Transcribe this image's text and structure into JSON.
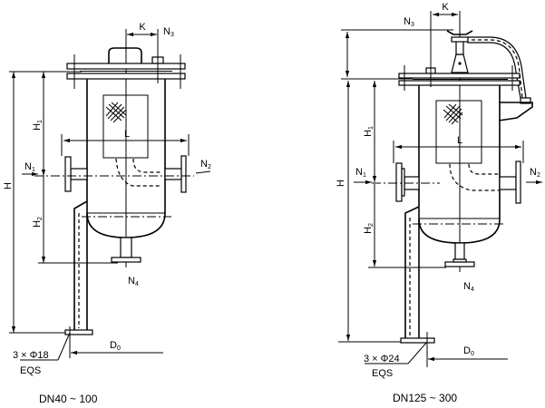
{
  "drawings": [
    {
      "id": "small",
      "caption": "DN40 ~ 100",
      "labels": {
        "K": "K",
        "N3": "N",
        "N3_sub": "3",
        "H": "H",
        "H1": "H",
        "H1_sub": "1",
        "H2": "H",
        "H2_sub": "2",
        "L": "L",
        "N1": "N",
        "N1_sub": "1",
        "N2": "N",
        "N2_sub": "2",
        "N4": "N",
        "N4_sub": "4",
        "D0": "D",
        "D0_sub": "0",
        "bolt": "3 × Φ18",
        "eqs": "EQS"
      }
    },
    {
      "id": "large",
      "caption": "DN125 ~ 300",
      "labels": {
        "K": "K",
        "N3": "N",
        "N3_sub": "3",
        "H": "H",
        "H1": "H",
        "H1_sub": "1",
        "H2": "H",
        "H2_sub": "2",
        "L": "L",
        "N1": "N",
        "N1_sub": "1",
        "N2": "N",
        "N2_sub": "2",
        "N4": "N",
        "N4_sub": "4",
        "D0": "D",
        "D0_sub": "0",
        "bolt": "3 × Φ24",
        "eqs": "EQS"
      }
    }
  ]
}
